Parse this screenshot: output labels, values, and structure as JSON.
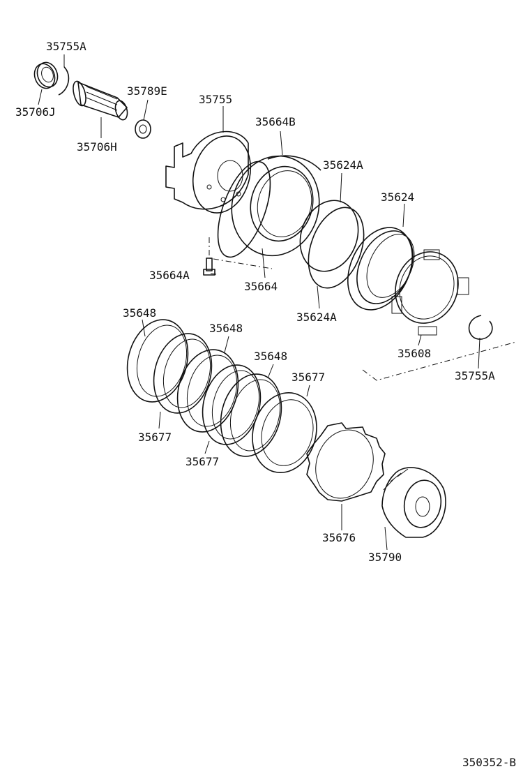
{
  "drawing_code": "350352-B",
  "callouts": [
    "35755A",
    "35706J",
    "35706H",
    "35789E",
    "35755",
    "35664B",
    "35624A",
    "35624",
    "35664A",
    "35664",
    "35624A",
    "35608",
    "35755A",
    "35648",
    "35648",
    "35648",
    "35677",
    "35677",
    "35677",
    "35676",
    "35790"
  ]
}
